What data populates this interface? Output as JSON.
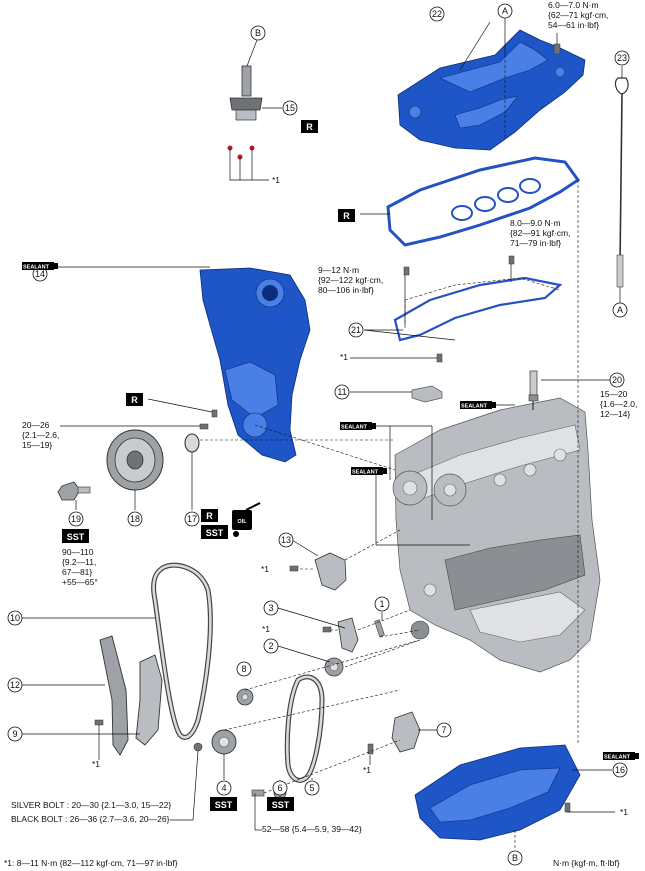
{
  "callouts": [
    {
      "id": "c1",
      "label": "1"
    },
    {
      "id": "c2",
      "label": "2"
    },
    {
      "id": "c3",
      "label": "3"
    },
    {
      "id": "c4",
      "label": "4"
    },
    {
      "id": "c5",
      "label": "5"
    },
    {
      "id": "c6",
      "label": "6"
    },
    {
      "id": "c7",
      "label": "7"
    },
    {
      "id": "c8",
      "label": "8"
    },
    {
      "id": "c9",
      "label": "9"
    },
    {
      "id": "c10",
      "label": "10"
    },
    {
      "id": "c11",
      "label": "11"
    },
    {
      "id": "c12",
      "label": "12"
    },
    {
      "id": "c13",
      "label": "13"
    },
    {
      "id": "c14",
      "label": "14"
    },
    {
      "id": "c15",
      "label": "15"
    },
    {
      "id": "c16",
      "label": "16"
    },
    {
      "id": "c17",
      "label": "17"
    },
    {
      "id": "c18",
      "label": "18"
    },
    {
      "id": "c19",
      "label": "19"
    },
    {
      "id": "c20",
      "label": "20"
    },
    {
      "id": "c21",
      "label": "21"
    },
    {
      "id": "c22",
      "label": "22"
    },
    {
      "id": "c23",
      "label": "23"
    },
    {
      "id": "cA1",
      "label": "A"
    },
    {
      "id": "cA2",
      "label": "A"
    },
    {
      "id": "cB1",
      "label": "B"
    },
    {
      "id": "cB2",
      "label": "B"
    }
  ],
  "badges": {
    "replace": "R",
    "sst": "SST",
    "sealant": "SEALANT",
    "oil": "OIL"
  },
  "torque": {
    "t22_l1": "6.0—7.0 N·m",
    "t22_l2": "{62—71  kgf·cm,",
    "t22_l3": "54—61 in·lbf}",
    "t21a_l1": "8.0—9.0 N·m",
    "t21a_l2": "{82—91 kgf·cm,",
    "t21a_l3": "71—79 in·lbf}",
    "t21b_l1": "9—12 N·m",
    "t21b_l2": "{92—122 kgf·cm,",
    "t21b_l3": "80—106 in·lbf}",
    "t17_l1": "20—26",
    "t17_l2": "{2.1—2.6,",
    "t17_l3": "15—19}",
    "t20_l1": "15—20",
    "t20_l2": "{1.6—2.0,",
    "t20_l3": "12—14}",
    "t19_l1": "90—110",
    "t19_l2": "{9.2—11,",
    "t19_l3": "67—81}",
    "t19_l4": "+55—65°",
    "silver": "SILVER BOLT : 20—30 {2.1—3.0, 15—22}",
    "black": "BLACK BOLT : 26—36 {2.7—3.6, 20—26}",
    "t6": "52—58 {5.4—5.9, 39—42}"
  },
  "ref_star": "*1",
  "footnote": "*1: 8—11 N·m {82—112 kgf·cm, 71—97 in·lbf}",
  "units": "N·m {kgf·m, ft·lbf}"
}
